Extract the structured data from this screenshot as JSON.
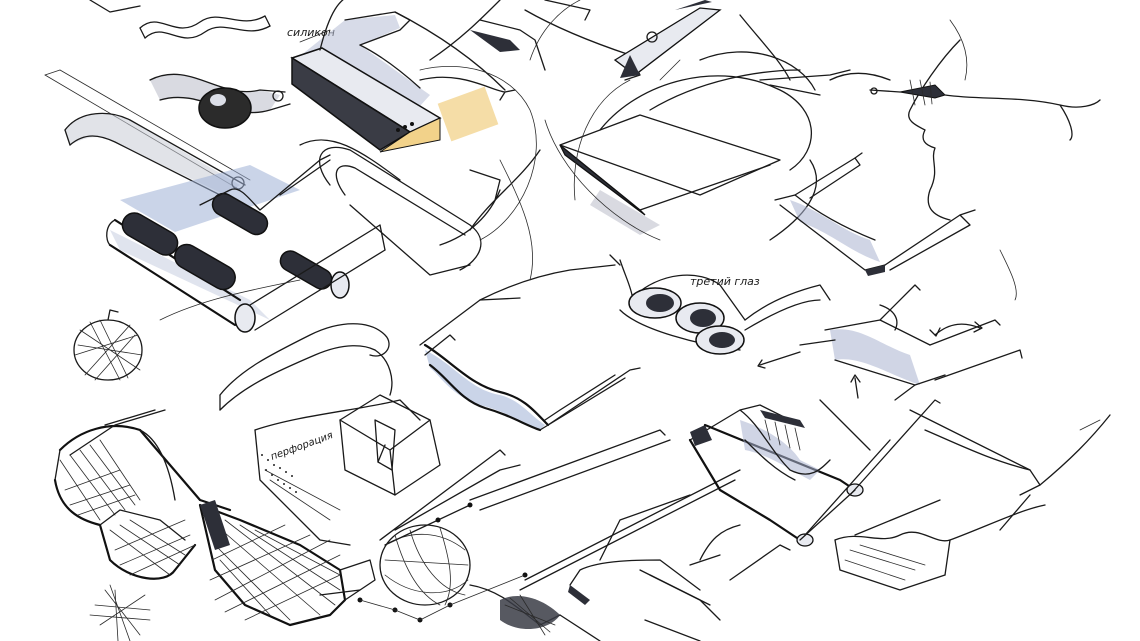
{
  "annotations": {
    "silicone": "силикон",
    "third_eye": "третий глаз",
    "perforation": "перфорация"
  },
  "colors": {
    "ink": "#1a1a1a",
    "marker_blue": "#8f9fc6",
    "marker_gray": "#b9bcc8",
    "marker_yellow": "#f2d28a"
  }
}
